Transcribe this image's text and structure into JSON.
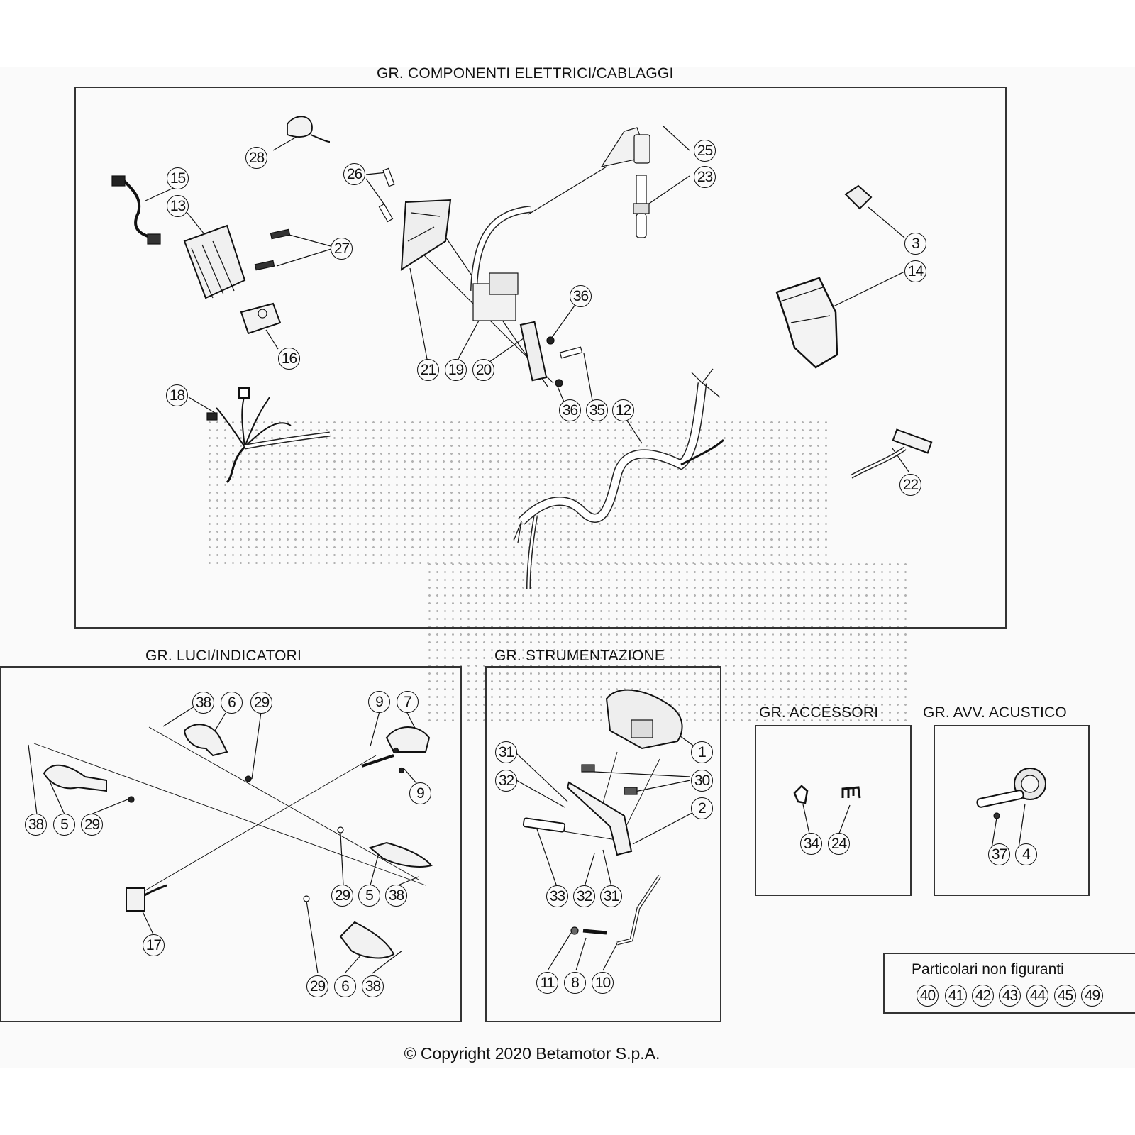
{
  "groups": {
    "electrical": {
      "title": "GR. COMPONENTI ELETTRICI/CABLAGGI",
      "callouts": [
        "28",
        "15",
        "13",
        "27",
        "26",
        "25",
        "23",
        "3",
        "14",
        "36",
        "16",
        "21",
        "19",
        "20",
        "36",
        "35",
        "12",
        "18",
        "22"
      ]
    },
    "lights": {
      "title": "GR. LUCI/INDICATORI",
      "callouts": [
        "38",
        "6",
        "29",
        "9",
        "7",
        "9",
        "38",
        "5",
        "29",
        "29",
        "5",
        "38",
        "17",
        "29",
        "6",
        "38"
      ]
    },
    "instruments": {
      "title": "GR. STRUMENTAZIONE",
      "callouts": [
        "31",
        "1",
        "32",
        "30",
        "2",
        "33",
        "32",
        "31",
        "11",
        "8",
        "10"
      ]
    },
    "accessories": {
      "title": "GR. ACCESSORI",
      "callouts": [
        "34",
        "24"
      ]
    },
    "horn": {
      "title": "GR. AVV. ACUSTICO",
      "callouts": [
        "37",
        "4"
      ]
    }
  },
  "not_shown": {
    "label": "Particolari non figuranti",
    "callouts": [
      "40",
      "41",
      "42",
      "43",
      "44",
      "45",
      "49"
    ]
  },
  "footer": {
    "copyright": "© Copyright 2020 Betamotor S.p.A."
  },
  "parts": {
    "electrical": [
      "wiring-harness-12",
      "voltage-regulator-13",
      "ecu-14",
      "starter-relay-15",
      "fuse-box-16",
      "electrical-harness-18",
      "ignition-coil-19",
      "pickup-20",
      "coil-bracket-21",
      "sensor-22",
      "spark-plug-23",
      "spark-plug-cap-25",
      "screw-26",
      "screw-27",
      "switch-28",
      "nut-36",
      "screw-35",
      "connector-3"
    ]
  }
}
